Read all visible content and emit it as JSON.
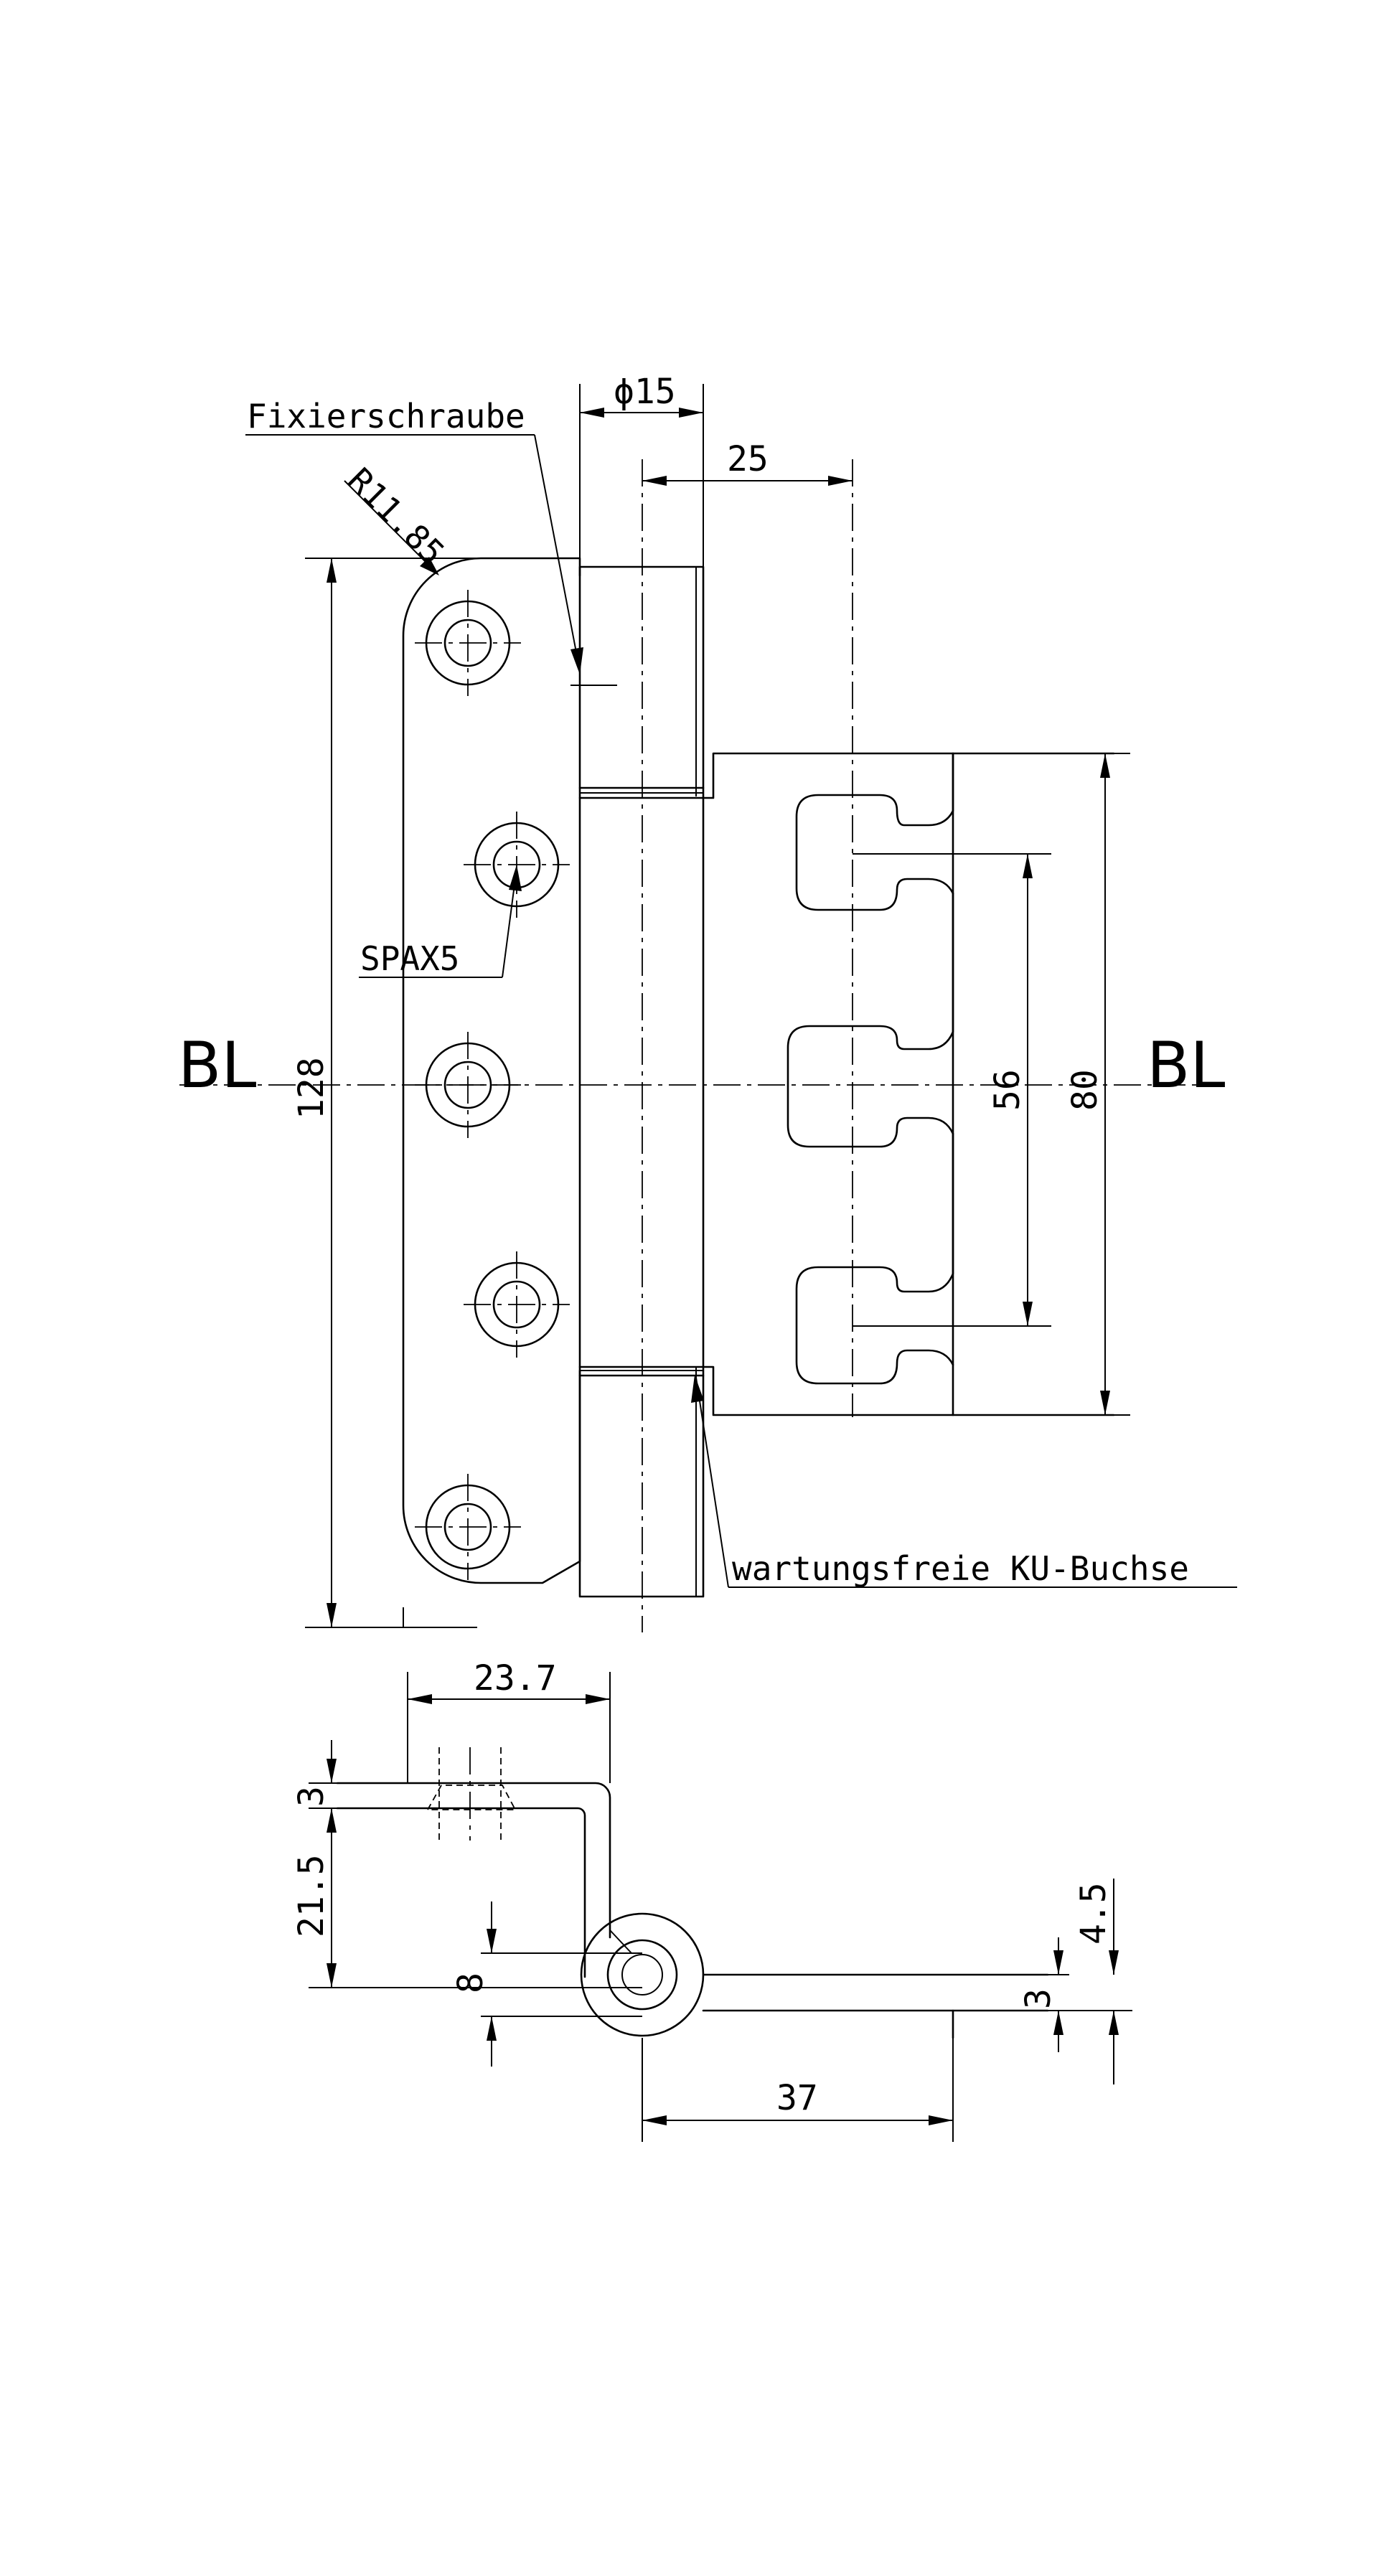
{
  "labels": {
    "fixing_screw": "Fixierschraube",
    "radius": "R11.85",
    "screw": "SPAX5",
    "bush": "wartungsfreie KU-Buchse",
    "bl_left": "BL",
    "bl_right": "BL"
  },
  "dimensions": {
    "diameter": "ϕ15",
    "offset": "25",
    "height_total": "128",
    "pitch": "56",
    "wing_height": "80",
    "width_top": "23.7",
    "thickness_top": "3",
    "height_side": "21.5",
    "pin": "8",
    "offset_side": "4.5",
    "thickness_side": "3",
    "wing_width": "37"
  }
}
